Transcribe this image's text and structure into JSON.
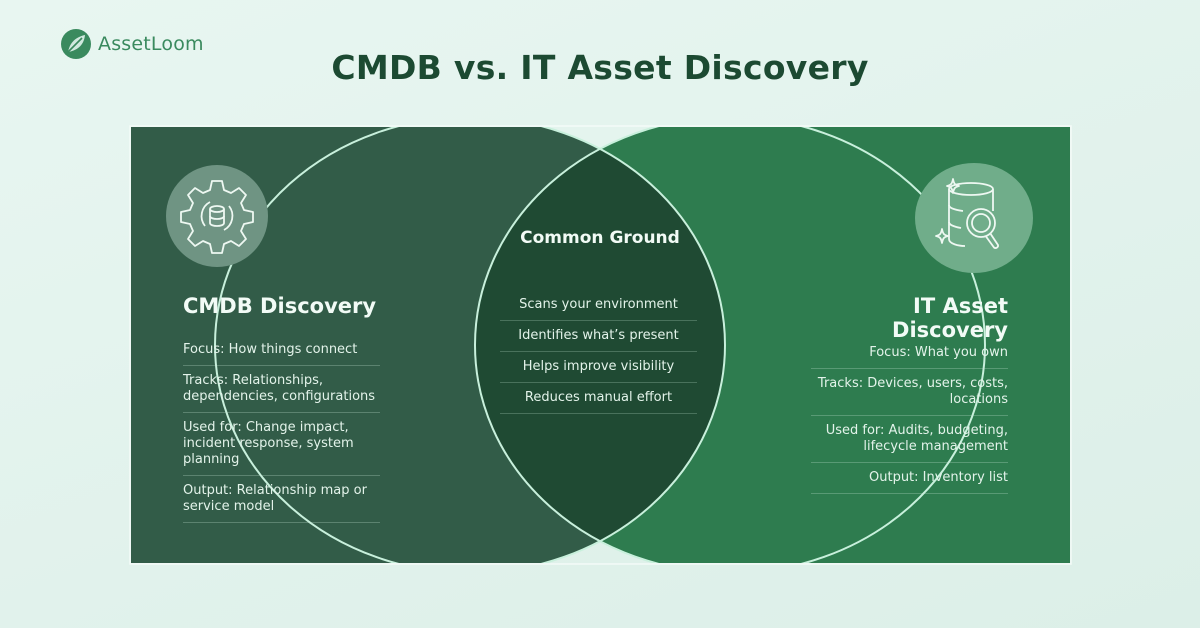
{
  "brand": {
    "name": "AssetLoom",
    "icon": "leaf-icon"
  },
  "title": "CMDB vs. IT Asset Discovery",
  "colors": {
    "background": "#e1f3ec",
    "left_panel": "#325c48",
    "right_panel": "#2e7c4f",
    "overlap": "#1f4a33",
    "outline": "#c8f0dc",
    "title": "#1c4a32"
  },
  "left": {
    "icon": "gear-database-icon",
    "heading": "CMDB Discovery",
    "items": [
      "Focus: How things connect",
      "Tracks: Relationships, dependencies, configurations",
      "Used for: Change impact, incident response, system planning",
      "Output: Relationship map or service model"
    ]
  },
  "center": {
    "heading": "Common Ground",
    "items": [
      "Scans your environment",
      "Identifies what’s present",
      "Helps improve visibility",
      "Reduces manual effort"
    ]
  },
  "right": {
    "icon": "database-search-icon",
    "heading": "IT Asset Discovery",
    "items": [
      "Focus: What you own",
      "Tracks: Devices, users, costs, locations",
      "Used for: Audits, budgeting, lifecycle management",
      "Output: Inventory list"
    ]
  }
}
